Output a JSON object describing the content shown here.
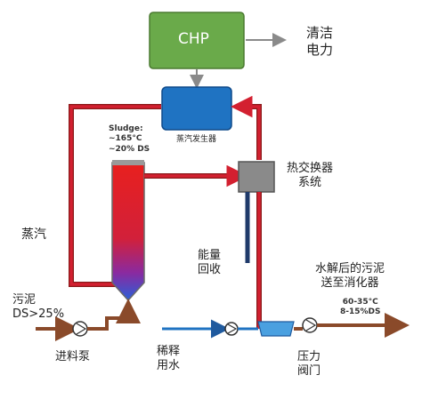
{
  "diagram": {
    "chp_box": {
      "label": "CHP",
      "color": "#6aaa4a"
    },
    "clean_power": {
      "label": "清洁\n电力"
    },
    "steam_generator": {
      "label": "蒸汽发生器",
      "color": "#1f73c2"
    },
    "sludge_info": {
      "label": "Sludge:\n~165°C\n~20% DS"
    },
    "heat_exchanger": {
      "label": "热交换器\n系统",
      "color": "#8a8a8a"
    },
    "steam": {
      "label": "蒸汽"
    },
    "energy_recovery": {
      "label": "能量\n回收"
    },
    "output_sludge": {
      "label": "水解后的污泥\n送至消化器"
    },
    "output_info": {
      "label": "60-35°C\n8-15%DS"
    },
    "input_sludge": {
      "label": "污泥\nDS>25%"
    },
    "feed_pump": {
      "label": "进料泵"
    },
    "dilution_water": {
      "label": "稀释\n用水"
    },
    "pressure_valve": {
      "label": "压力\n阀门"
    },
    "colors": {
      "hot_pipe": "#d32030",
      "cold_pipe": "#1f5a9e",
      "sludge_pipe": "#8a4a2a",
      "gray_pipe": "#8a8a8a"
    }
  }
}
